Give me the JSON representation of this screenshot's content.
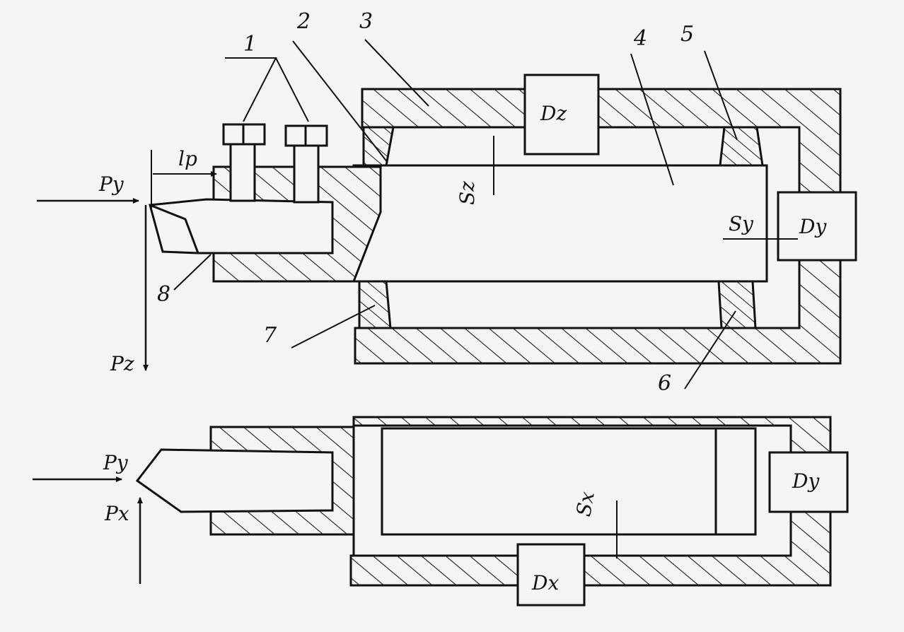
{
  "diagram": {
    "numbers": {
      "n1": "1",
      "n2": "2",
      "n3": "3",
      "n4": "4",
      "n5": "5",
      "n6": "6",
      "n7": "7",
      "n8": "8"
    },
    "top_view": {
      "force_py": "Py",
      "force_pz": "Pz",
      "length_label": "lp",
      "gap_sz": "Sz",
      "gap_sy": "Sy",
      "sensor_dz": "Dz",
      "sensor_dy": "Dy"
    },
    "bottom_view": {
      "force_py": "Py",
      "force_px": "Px",
      "gap_sx": "Sx",
      "sensor_dy": "Dy",
      "sensor_dx": "Dx"
    }
  }
}
